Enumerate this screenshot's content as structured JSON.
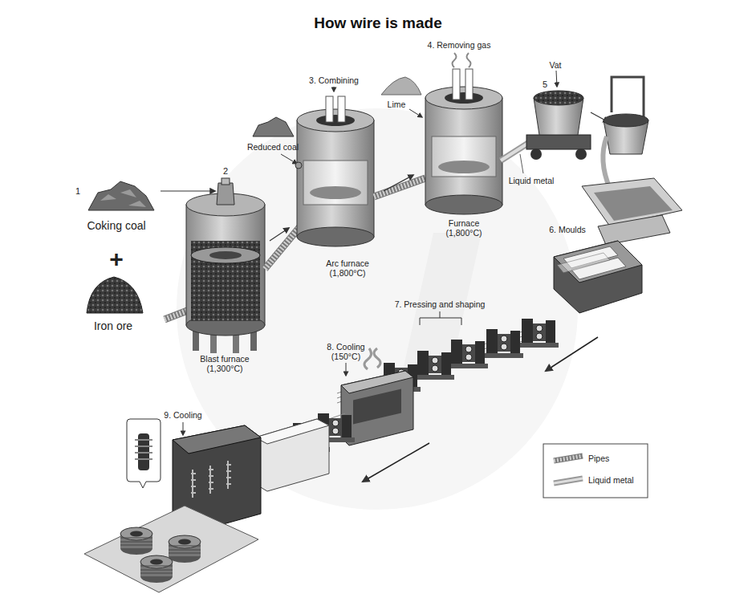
{
  "diagram": {
    "title": "How wire is made",
    "labels": [
      "1",
      "Coking coal",
      "+",
      "Iron ore",
      "2",
      "Blast furnace (1,300°C)",
      "Reduced coal",
      "3. Combining",
      "Arc furnace (1,800°C)",
      "Lime",
      "4. Removing gas",
      "Furnace (1,800°C)",
      "Vat",
      "5",
      "Liquid metal",
      "6. Moulds",
      "7. Pressing and shaping",
      "8. Cooling (150°C)",
      "9. Cooling"
    ],
    "legend": [
      {
        "text": "Pipes"
      },
      {
        "text": "Liquid metal"
      }
    ]
  }
}
